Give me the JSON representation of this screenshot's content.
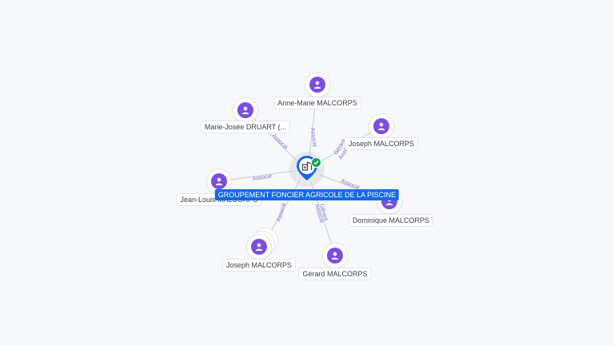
{
  "company": {
    "name": "GROUPEMENT FONCIER AGRICOLE DE LA PISCINE",
    "icon": "building-icon",
    "status_icon": "verified-check-icon",
    "accent": "#1469e8",
    "status_color": "#1b9e52"
  },
  "person_color": "#7b4ee0",
  "people": [
    {
      "name": "Anne-Marie MALCORPS",
      "icon": "person-icon"
    },
    {
      "name": "Marie-Josée DRUART (...",
      "icon": "person-icon"
    },
    {
      "name": "Joseph MALCORPS",
      "icon": "person-icon"
    },
    {
      "name": "Jean-Louis MALCORPS",
      "icon": "person-icon"
    },
    {
      "name": "Dominique MALCORPS",
      "icon": "person-icon"
    },
    {
      "name": "Joseph MALCORPS",
      "icon": "person-icon"
    },
    {
      "name": "Gérard MALCORPS",
      "icon": "person-icon"
    }
  ],
  "edge_labels": {
    "associe": "Associé",
    "gerant": "Gérant"
  }
}
